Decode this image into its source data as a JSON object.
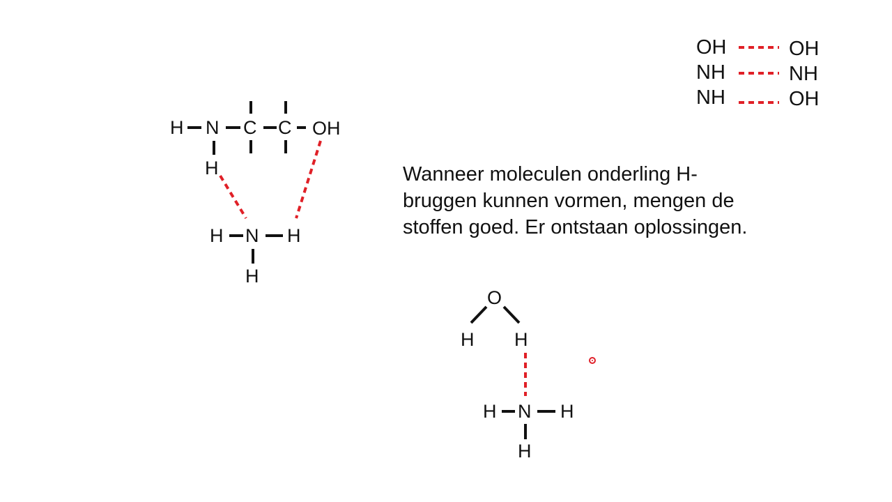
{
  "colors": {
    "bond": "#111111",
    "hbond": "#e02027",
    "text": "#111111",
    "background": "#ffffff"
  },
  "legend": {
    "pairs": [
      {
        "left": "OH",
        "right": "OH"
      },
      {
        "left": "NH",
        "right": "NH"
      },
      {
        "left": "NH",
        "right": "OH"
      }
    ]
  },
  "caption": {
    "lines": [
      "Wanneer moleculen onderling H-",
      "bruggen kunnen vormen, mengen de",
      "stoffen goed. Er ontstaan oplossingen."
    ]
  },
  "aminoethanol": {
    "h_left": "H",
    "n": "N",
    "c1": "C",
    "c2": "C",
    "oh": "OH",
    "h_below": "H"
  },
  "ammonia_top": {
    "h_left": "H",
    "n": "N",
    "h_right": "H",
    "h_below": "H"
  },
  "water": {
    "o": "O",
    "h_left": "H",
    "h_right": "H"
  },
  "ammonia_bottom": {
    "h_left": "H",
    "n": "N",
    "h_right": "H",
    "h_below": "H"
  }
}
